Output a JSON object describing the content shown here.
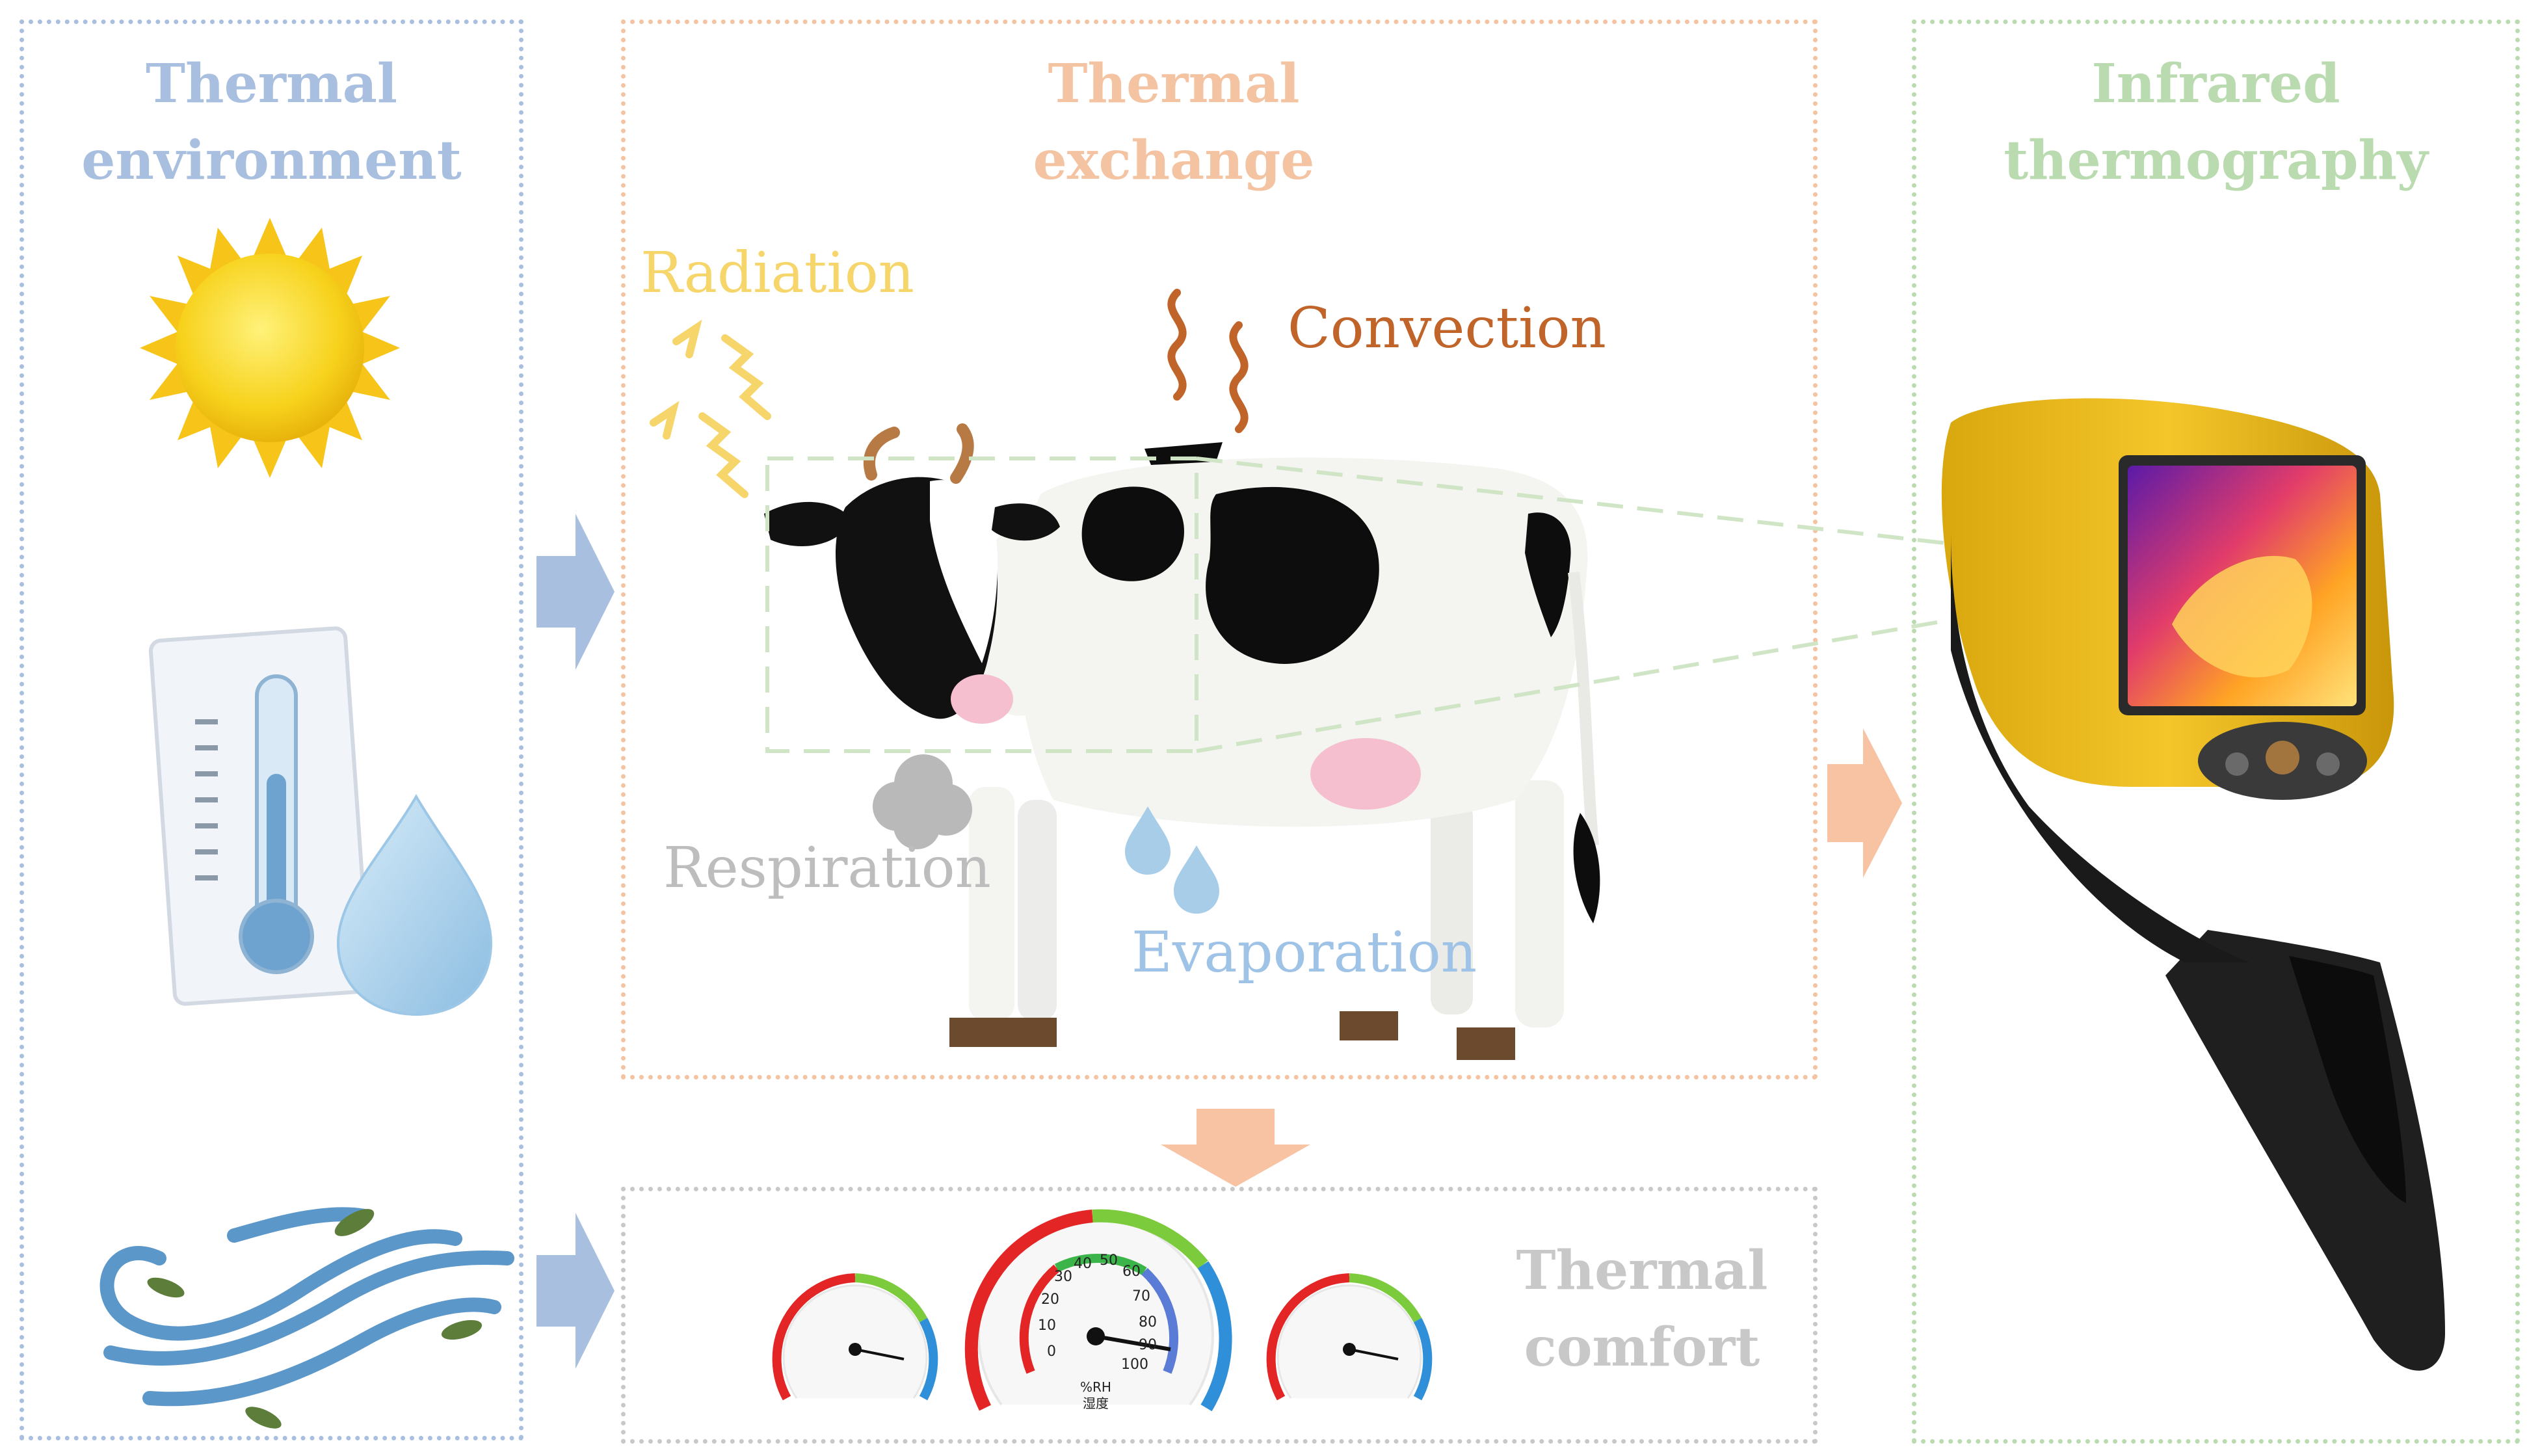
{
  "panels": {
    "environment": {
      "title_line1": "Thermal",
      "title_line2": "environment"
    },
    "exchange": {
      "title_line1": "Thermal",
      "title_line2": "exchange"
    },
    "thermography": {
      "title_line1": "Infrared",
      "title_line2": "thermography"
    },
    "comfort": {
      "title_line1": "Thermal",
      "title_line2": "comfort"
    }
  },
  "exchange_labels": {
    "radiation": "Radiation",
    "convection": "Convection",
    "respiration": "Respiration",
    "evaporation": "Evaporation"
  },
  "hygrometer": {
    "scale": [
      "0",
      "10",
      "20",
      "30",
      "40",
      "50",
      "60",
      "70",
      "80",
      "90",
      "100"
    ],
    "unit": "%RH",
    "unit_cn": "湿度"
  },
  "colors": {
    "environment": "#a9bfe0",
    "exchange": "#f4c3a2",
    "thermography": "#b9dbaf",
    "comfort": "#c8c8c8",
    "radiation": "#f6d56b",
    "convection": "#c0642a",
    "respiration": "#bdbdbd",
    "evaporation": "#9ec3e6",
    "arrow_blue": "#a9bfe0",
    "arrow_orange": "#f7c3a3"
  },
  "icons": [
    "sun-icon",
    "thermometer-icon",
    "water-drop-icon",
    "wind-icon",
    "cow-illustration",
    "thermal-camera-icon",
    "hygrometer-icon"
  ]
}
